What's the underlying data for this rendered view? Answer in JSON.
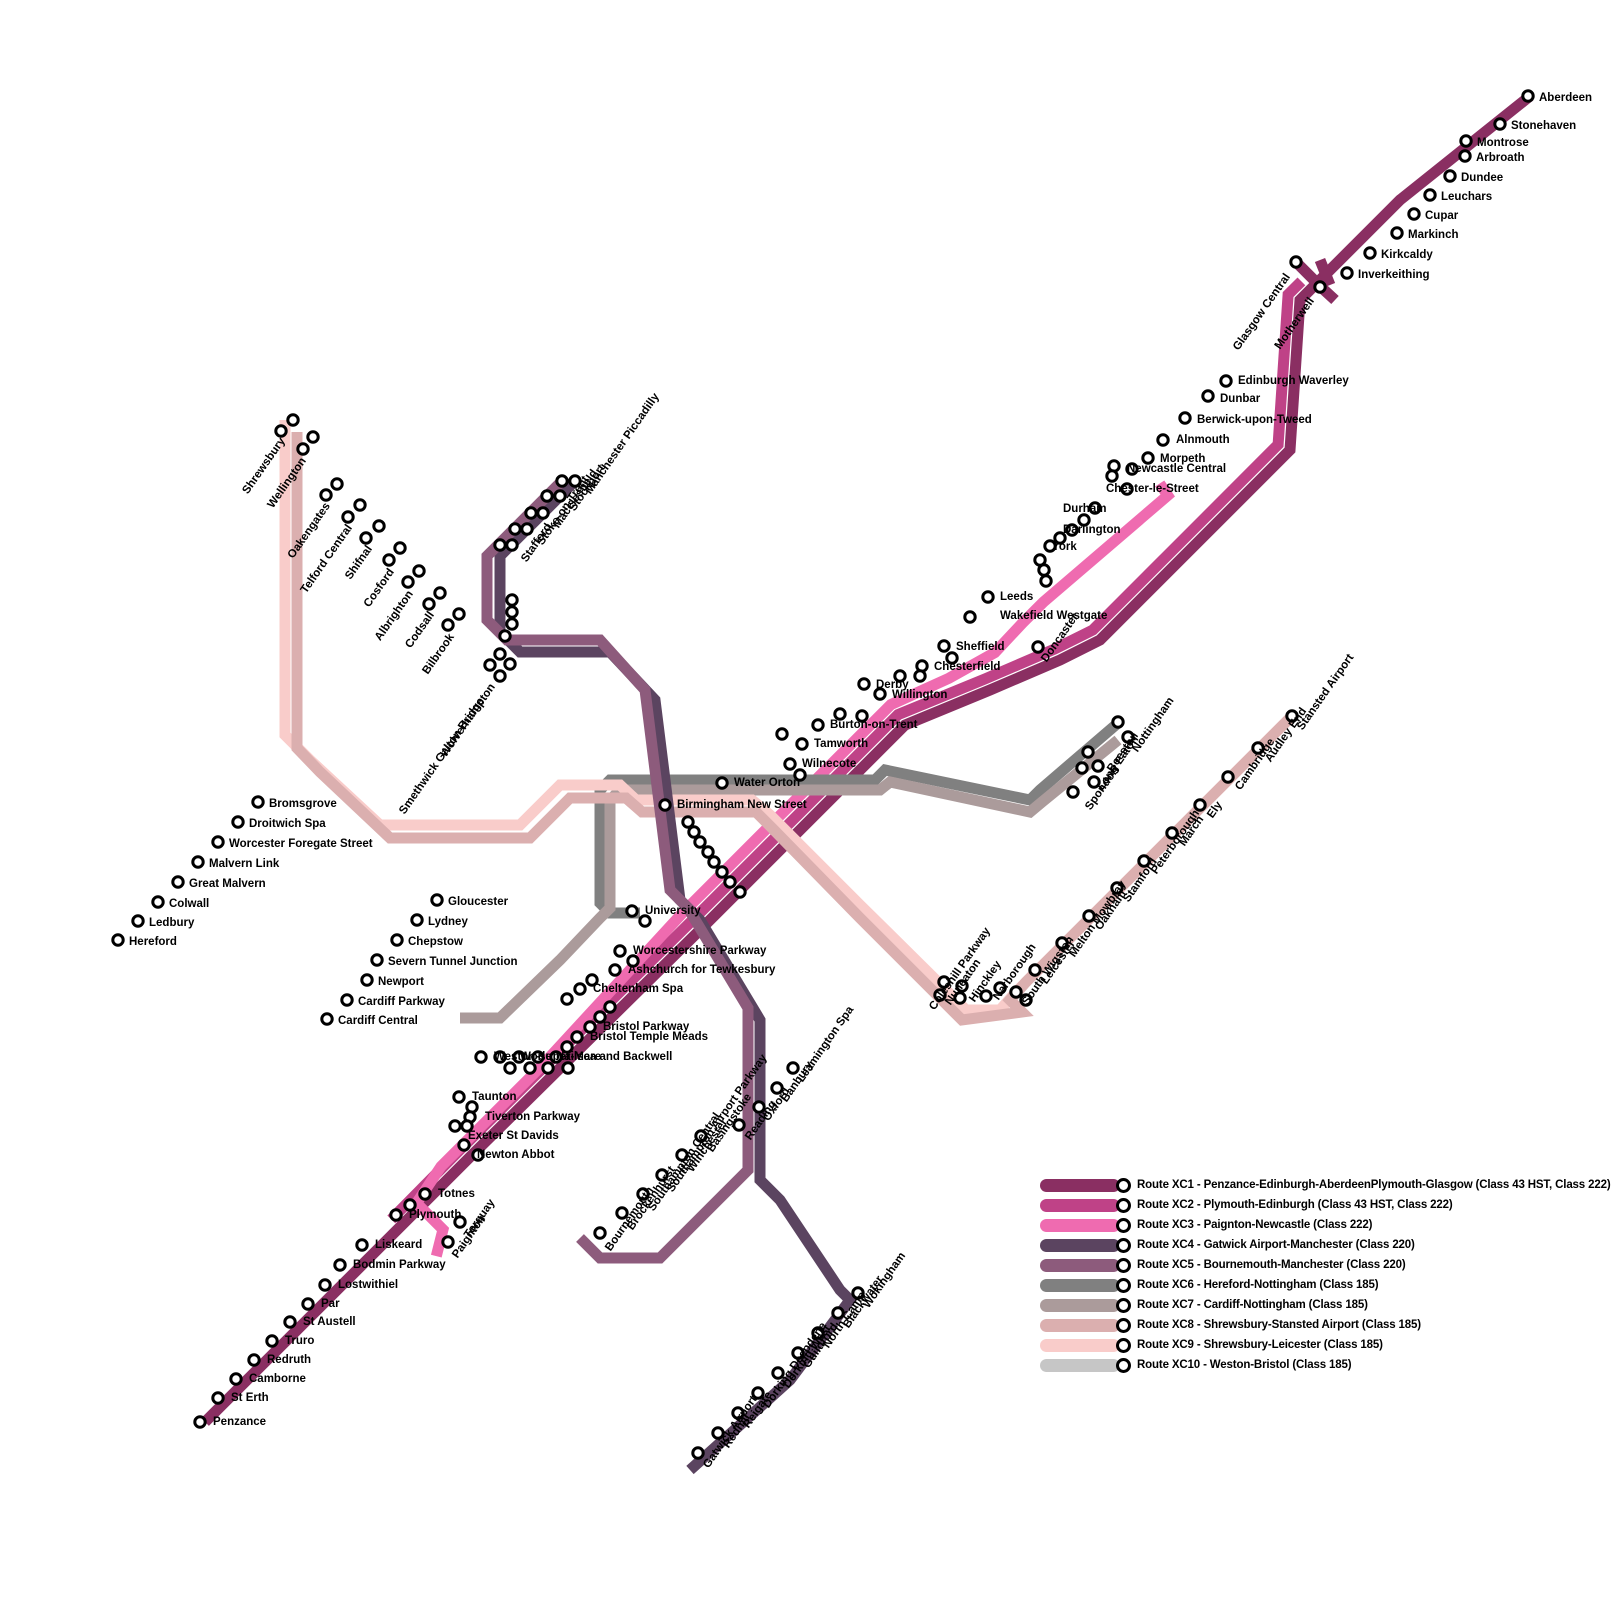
{
  "legend": {
    "items": [
      {
        "id": "XC1",
        "label": "Route XC1 - Penzance-Edinburgh-AberdeenPlymouth-Glasgow (Class 43 HST, Class 222)",
        "color": "#8a2f62"
      },
      {
        "id": "XC2",
        "label": "Route XC2 - Plymouth-Edinburgh (Class 43 HST, Class 222)",
        "color": "#bf4287"
      },
      {
        "id": "XC3",
        "label": "Route XC3 - Paignton-Newcastle (Class 222)",
        "color": "#ef6bb0"
      },
      {
        "id": "XC4",
        "label": "Route XC4 - Gatwick Airport-Manchester (Class 220)",
        "color": "#5b4460"
      },
      {
        "id": "XC5",
        "label": "Route XC5 - Bournemouth-Manchester (Class 220)",
        "color": "#8d5b7c"
      },
      {
        "id": "XC6",
        "label": "Route XC6 - Hereford-Nottingham (Class 185)",
        "color": "#808080"
      },
      {
        "id": "XC7",
        "label": "Route XC7 - Cardiff-Nottingham (Class 185)",
        "color": "#ab9b9b"
      },
      {
        "id": "XC8",
        "label": "Route XC8 - Shrewsbury-Stansted Airport (Class 185)",
        "color": "#dbafaf"
      },
      {
        "id": "XC9",
        "label": "Route XC9 - Shrewsbury-Leicester (Class 185)",
        "color": "#f9ccca"
      },
      {
        "id": "XC10",
        "label": "Route XC10 - Weston-Bristol (Class 185)",
        "color": "#c6c6c6"
      }
    ]
  },
  "stations": {
    "scotland": [
      "Aberdeen",
      "Stonehaven",
      "Montrose",
      "Arbroath",
      "Dundee",
      "Leuchars",
      "Cupar",
      "Markinch",
      "Kirkcaldy",
      "Inverkeithing",
      "Glasgow Central",
      "Motherwell",
      "Edinburgh Waverley",
      "Dunbar",
      "Berwick-upon-Tweed"
    ],
    "northeast": [
      "Alnmouth",
      "Morpeth",
      "Newcastle Central",
      "Chester-le-Street",
      "Durham",
      "Darlington",
      "York",
      "Leeds",
      "Wakefield Westgate",
      "Doncaster"
    ],
    "yorkshire_midlands": [
      "Sheffield",
      "Chesterfield",
      "Derby",
      "Willington",
      "Burton-on-Trent",
      "Tamworth",
      "Wilnecote",
      "Water Orton",
      "Birmingham New Street",
      "University"
    ],
    "nottingham_branch": [
      "Nottingham",
      "Beeston",
      "Long Eaton",
      "Spondon"
    ],
    "east_anglia": [
      "Stansted Airport",
      "Audley End",
      "Cambridge",
      "Ely",
      "March",
      "Peterborough",
      "Stamford",
      "Oakham",
      "Melton Mowbray",
      "Leicester",
      "South Wigston",
      "Narborough",
      "Hinckley",
      "Nuneaton",
      "Coleshill Parkway"
    ],
    "shropshire": [
      "Shrewsbury",
      "Wellington",
      "Oakengates",
      "Telford Central",
      "Shifnal",
      "Cosford",
      "Albrighton",
      "Codsall",
      "Bilbrook",
      "Wolverhampton",
      "Smethwick Galton Bridge"
    ],
    "manchester_branch": [
      "Manchester Piccadilly",
      "Stockport",
      "Macclesfield",
      "Stoke-on-Trent",
      "Stafford"
    ],
    "hereford_branch": [
      "Bromsgrove",
      "Droitwich Spa",
      "Worcester Foregate Street",
      "Malvern Link",
      "Great Malvern",
      "Colwall",
      "Ledbury",
      "Hereford"
    ],
    "cardiff_branch": [
      "Gloucester",
      "Lydney",
      "Chepstow",
      "Severn Tunnel Junction",
      "Newport",
      "Cardiff Parkway",
      "Cardiff Central"
    ],
    "west_midlands_sw": [
      "Worcestershire Parkway",
      "Ashchurch for Tewkesbury",
      "Cheltenham Spa",
      "Bristol Parkway",
      "Bristol Temple Meads",
      "Weston-super-Mare",
      "Worle",
      "Nailsea and Backwell"
    ],
    "southwest": [
      "Taunton",
      "Tiverton Parkway",
      "Exeter St Davids",
      "Newton Abbot",
      "Totnes",
      "Plymouth",
      "Liskeard",
      "Bodmin Parkway",
      "Lostwithiel",
      "Par",
      "St Austell",
      "Truro",
      "Redruth",
      "Camborne",
      "St Erth",
      "Penzance",
      "Torquay",
      "Paignton"
    ],
    "south": [
      "Leamington Spa",
      "Banbury",
      "Oxford",
      "Reading",
      "Basingstoke",
      "Winchester",
      "Southampton Airport Parkway",
      "Southampton Central",
      "Brockenhurst",
      "Bournemouth"
    ],
    "southeast": [
      "Wokingham",
      "Blackwater",
      "North Camp",
      "Guildford",
      "Dorking West",
      "Dorking Deepdene",
      "Reigate",
      "Redhill",
      "Gatwick Airport"
    ]
  }
}
